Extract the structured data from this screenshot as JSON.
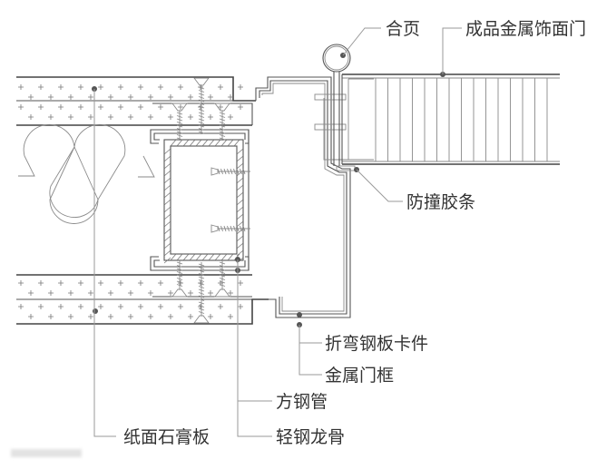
{
  "diagram": {
    "type": "architectural-section-detail",
    "subject": "metal door frame at light-steel-keel gypsum partition"
  },
  "labels": {
    "hinge": "合页",
    "finished_metal_door": "成品金属饰面门",
    "anti_collision_strip": "防撞胶条",
    "bent_steel_clip": "折弯钢板卡件",
    "metal_door_frame": "金属门框",
    "square_steel_tube": "方钢管",
    "light_steel_keel": "轻钢龙骨",
    "gypsum_board": "纸面石膏板"
  },
  "colors": {
    "line": "#555555",
    "leader": "#9a9a9a",
    "text": "#333333",
    "background": "#ffffff"
  }
}
